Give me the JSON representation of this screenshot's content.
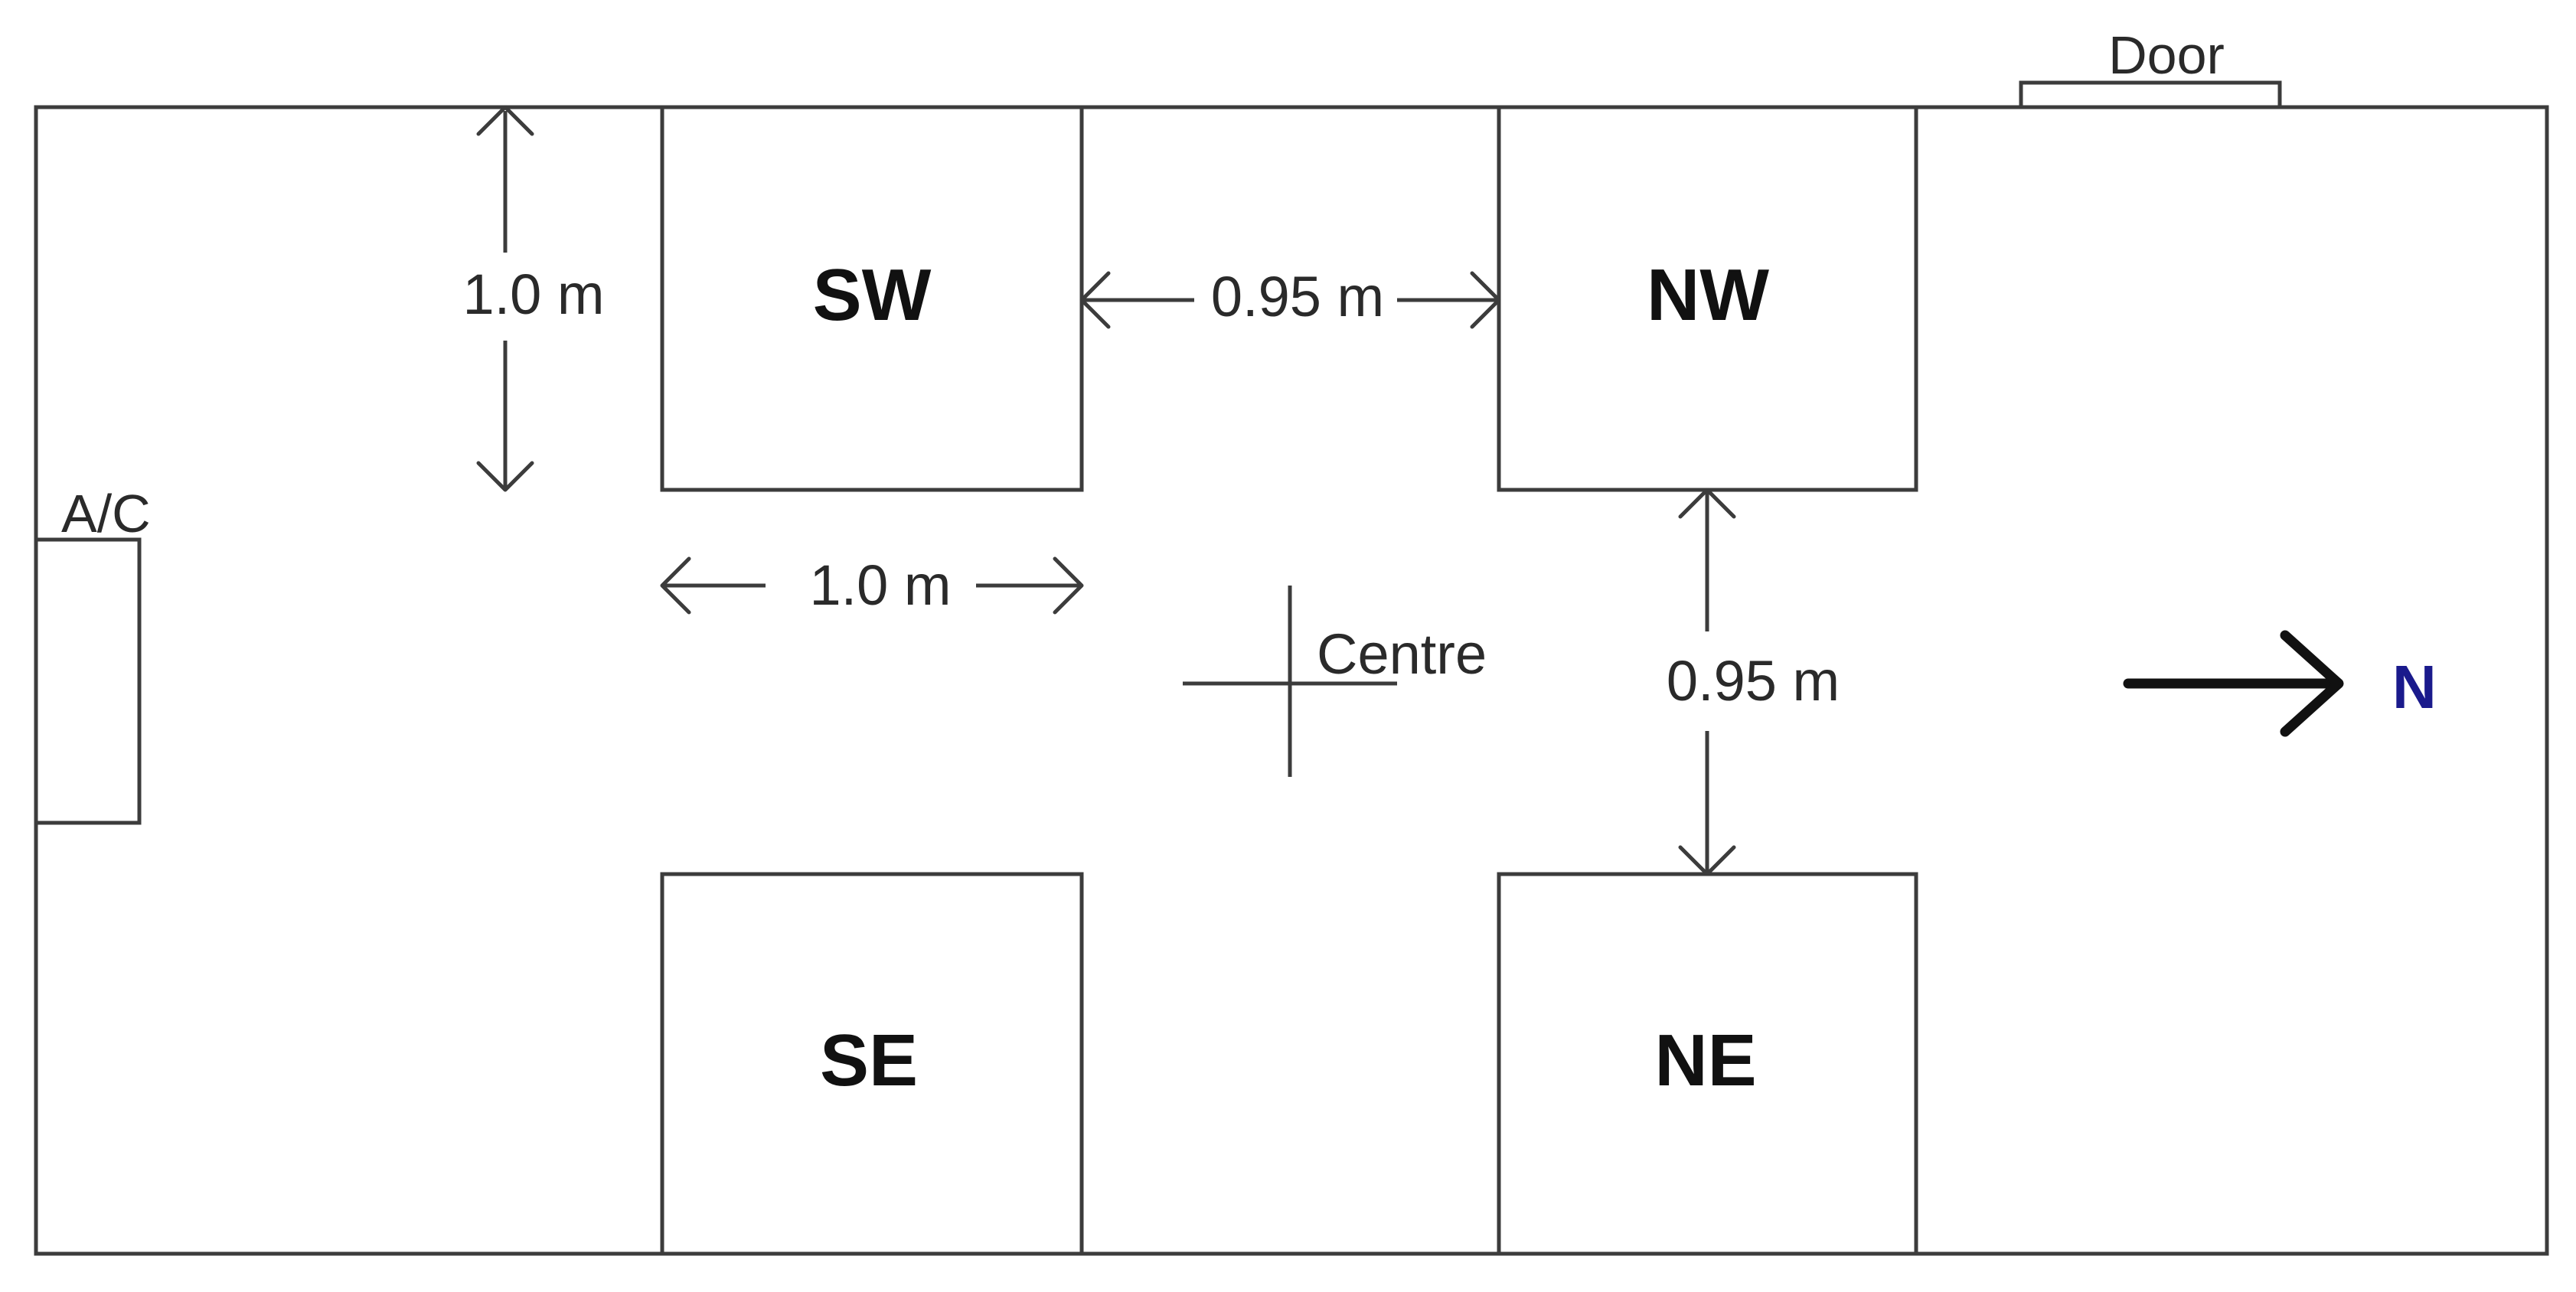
{
  "labels": {
    "door": "Door",
    "ac": "A/C",
    "centre": "Centre",
    "north": "N"
  },
  "plots": {
    "sw": "SW",
    "nw": "NW",
    "se": "SE",
    "ne": "NE"
  },
  "dimensions": {
    "wall_to_sw": "1.0 m",
    "sw_to_nw": "0.95 m",
    "sw_width": "1.0 m",
    "nw_to_ne": "0.95 m"
  },
  "colors": {
    "north_label": "#1a1a8c",
    "lines": "#3c3c3c"
  }
}
